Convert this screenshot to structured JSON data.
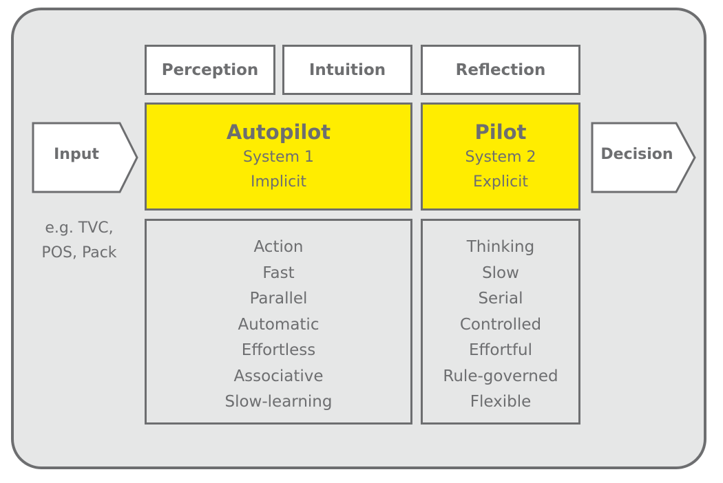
{
  "header_labels": {
    "perception": "Perception",
    "intuition": "Intuition",
    "reflection": "Reflection"
  },
  "autopilot": {
    "title": "Autopilot",
    "system": "System 1",
    "mode": "Implicit",
    "traits": [
      "Action",
      "Fast",
      "Parallel",
      "Automatic",
      "Effortless",
      "Associative",
      "Slow-learning"
    ]
  },
  "pilot": {
    "title": "Pilot",
    "system": "System 2",
    "mode": "Explicit",
    "traits": [
      "Thinking",
      "Slow",
      "Serial",
      "Controlled",
      "Effortful",
      "Rule-governed",
      "Flexible"
    ]
  },
  "input": {
    "label": "Input",
    "examples_line1": "e.g. TVC,",
    "examples_line2": "POS, Pack"
  },
  "decision": {
    "label": "Decision"
  },
  "colors": {
    "yellow": "#ffed00",
    "grey": "#6d6e70",
    "background": "#e6e7e7"
  }
}
